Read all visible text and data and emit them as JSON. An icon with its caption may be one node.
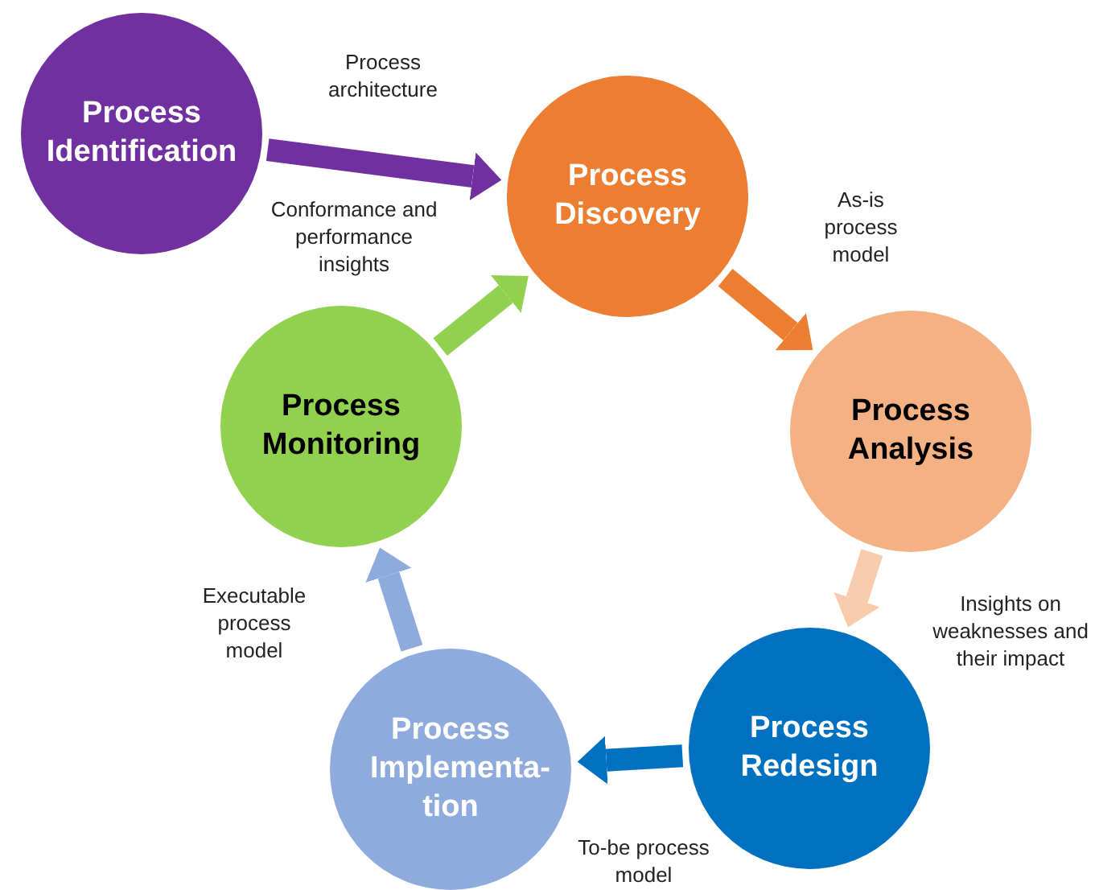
{
  "diagram": {
    "nodes": [
      {
        "text": [
          "Process Identification"
        ]
      },
      {
        "text": [
          "Process Discovery"
        ]
      },
      {
        "text": [
          "Process Analysis"
        ]
      },
      {
        "text": [
          "Process Redesign"
        ]
      },
      {
        "text": [
          "Process Implementa-tion"
        ]
      },
      {
        "text": [
          "Process Monitoring"
        ]
      }
    ],
    "edges": [
      {
        "from": 0,
        "to": 1,
        "arrow": "to",
        "label": "Process architecture",
        "color": "#7030a0"
      },
      {
        "from": 1,
        "to": 2,
        "arrow": "to",
        "label": "As-is process model",
        "color": "#ed7d31"
      },
      {
        "from": 2,
        "to": 3,
        "arrow": "to",
        "label": "Insights on weaknesses and their impact",
        "color": "#f8cbad"
      },
      {
        "from": 3,
        "to": 4,
        "arrow": "to",
        "label": "To-be process model",
        "color": "#0070c0"
      },
      {
        "from": 4,
        "to": 5,
        "arrow": "to",
        "label": "Executable process model",
        "color": "#8faadc"
      },
      {
        "from": 5,
        "to": 1,
        "arrow": "to",
        "label": "Conformance and performance insights",
        "color": "#92d050"
      }
    ]
  }
}
